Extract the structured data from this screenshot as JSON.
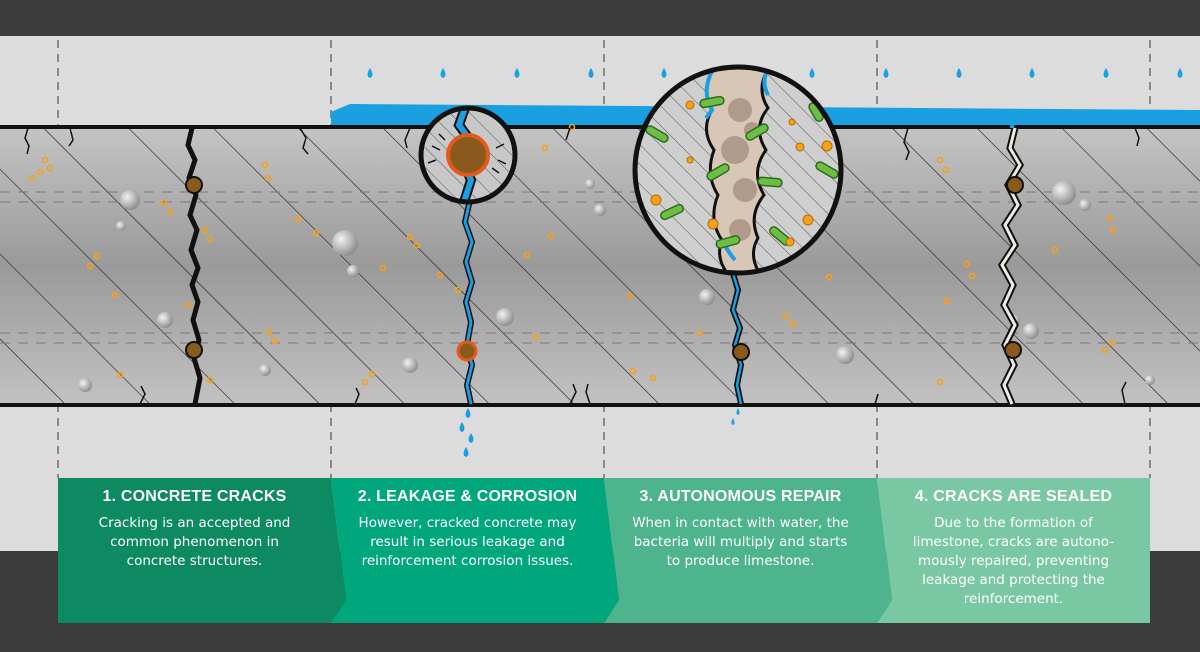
{
  "colors": {
    "top_bar": "#3b3b3b",
    "background": "#dcdcdc",
    "water": "#1a9fe0",
    "rust": "#e55a1c",
    "bacteria": "#6dbe45",
    "aggregate": "#f4a21a",
    "panel_1": "#0e8a62",
    "panel_2": "#00a77c",
    "panel_3": "#4eb48d",
    "panel_4": "#79c8a3"
  },
  "steps": [
    {
      "title": "1. CONCRETE CRACKS",
      "text": "Cracking is an accepted and common phenomenon in concrete structures."
    },
    {
      "title": "2. LEAKAGE & CORROSION",
      "text": "However, cracked concrete may result in serious leakage and reinforcement corrosion issues."
    },
    {
      "title": "3. AUTONOMOUS REPAIR",
      "text": "When in contact with water, the bacteria will multiply and starts to produce limestone."
    },
    {
      "title": "4. CRACKS ARE SEALED",
      "text": "Due to the formation of limestone, cracks are autono-mously repaired, preventing leakage and protecting the reinforcement."
    }
  ]
}
